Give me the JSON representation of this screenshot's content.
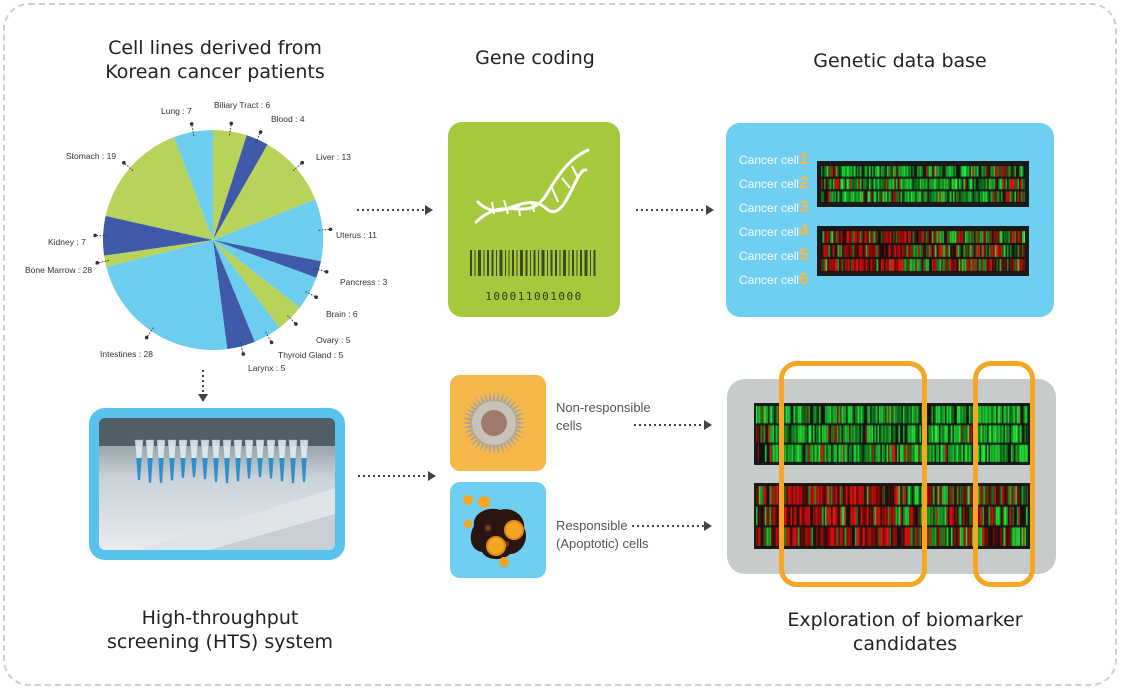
{
  "titles": {
    "cell_lines_line1": "Cell lines derived from",
    "cell_lines_line2": "Korean cancer patients",
    "gene_coding": "Gene coding",
    "genetic_db": "Genetic data base",
    "hts_line1": "High-throughput",
    "hts_line2": "screening (HTS) system",
    "explore_line1": "Exploration of biomarker",
    "explore_line2": "candidates"
  },
  "barcode_number": "100011001000",
  "cells": {
    "non_responsible_line1": "Non-responsible",
    "non_responsible_line2": "cells",
    "responsible_line1": "Responsible",
    "responsible_line2": "(Apoptotic) cells"
  },
  "cancer_cells": [
    {
      "label": "Cancer cell",
      "num": "1"
    },
    {
      "label": "Cancer cell",
      "num": "2"
    },
    {
      "label": "Cancer cell",
      "num": "3"
    },
    {
      "label": "Cancer cell",
      "num": "4"
    },
    {
      "label": "Cancer cell",
      "num": "5"
    },
    {
      "label": "Cancer cell",
      "num": "6"
    }
  ],
  "colors": {
    "green": "#b8d35a",
    "dark_blue": "#3f5aa8",
    "light_blue": "#6ccdee",
    "orange": "#f5a623"
  },
  "chart_data": {
    "type": "pie",
    "slices": [
      {
        "label": "Biliary Tract : 6",
        "value": 6,
        "color": "#b8d35a"
      },
      {
        "label": "Blood : 4",
        "value": 4,
        "color": "#3f5aa8"
      },
      {
        "label": "Liver : 13",
        "value": 13,
        "color": "#b8d35a"
      },
      {
        "label": "Uterus : 11",
        "value": 11,
        "color": "#6ccdee"
      },
      {
        "label": "Pancress : 3",
        "value": 3,
        "color": "#3f5aa8"
      },
      {
        "label": "Brain : 6",
        "value": 6,
        "color": "#6ccdee"
      },
      {
        "label": "Ovary : 5",
        "value": 5,
        "color": "#b8d35a"
      },
      {
        "label": "Thyroid Gland : 5",
        "value": 5,
        "color": "#6ccdee"
      },
      {
        "label": "Larynx : 5",
        "value": 5,
        "color": "#3f5aa8"
      },
      {
        "label": "Intestines : 28",
        "value": 28,
        "color": "#6ccdee"
      },
      {
        "label": "Bone Marrow : 28",
        "value": 2,
        "color": "#b8d35a"
      },
      {
        "label": "Kidney : 7",
        "value": 7,
        "color": "#3f5aa8"
      },
      {
        "label": "Stomach : 19",
        "value": 19,
        "color": "#b8d35a"
      },
      {
        "label": "Lung : 7",
        "value": 7,
        "color": "#6ccdee"
      }
    ]
  }
}
